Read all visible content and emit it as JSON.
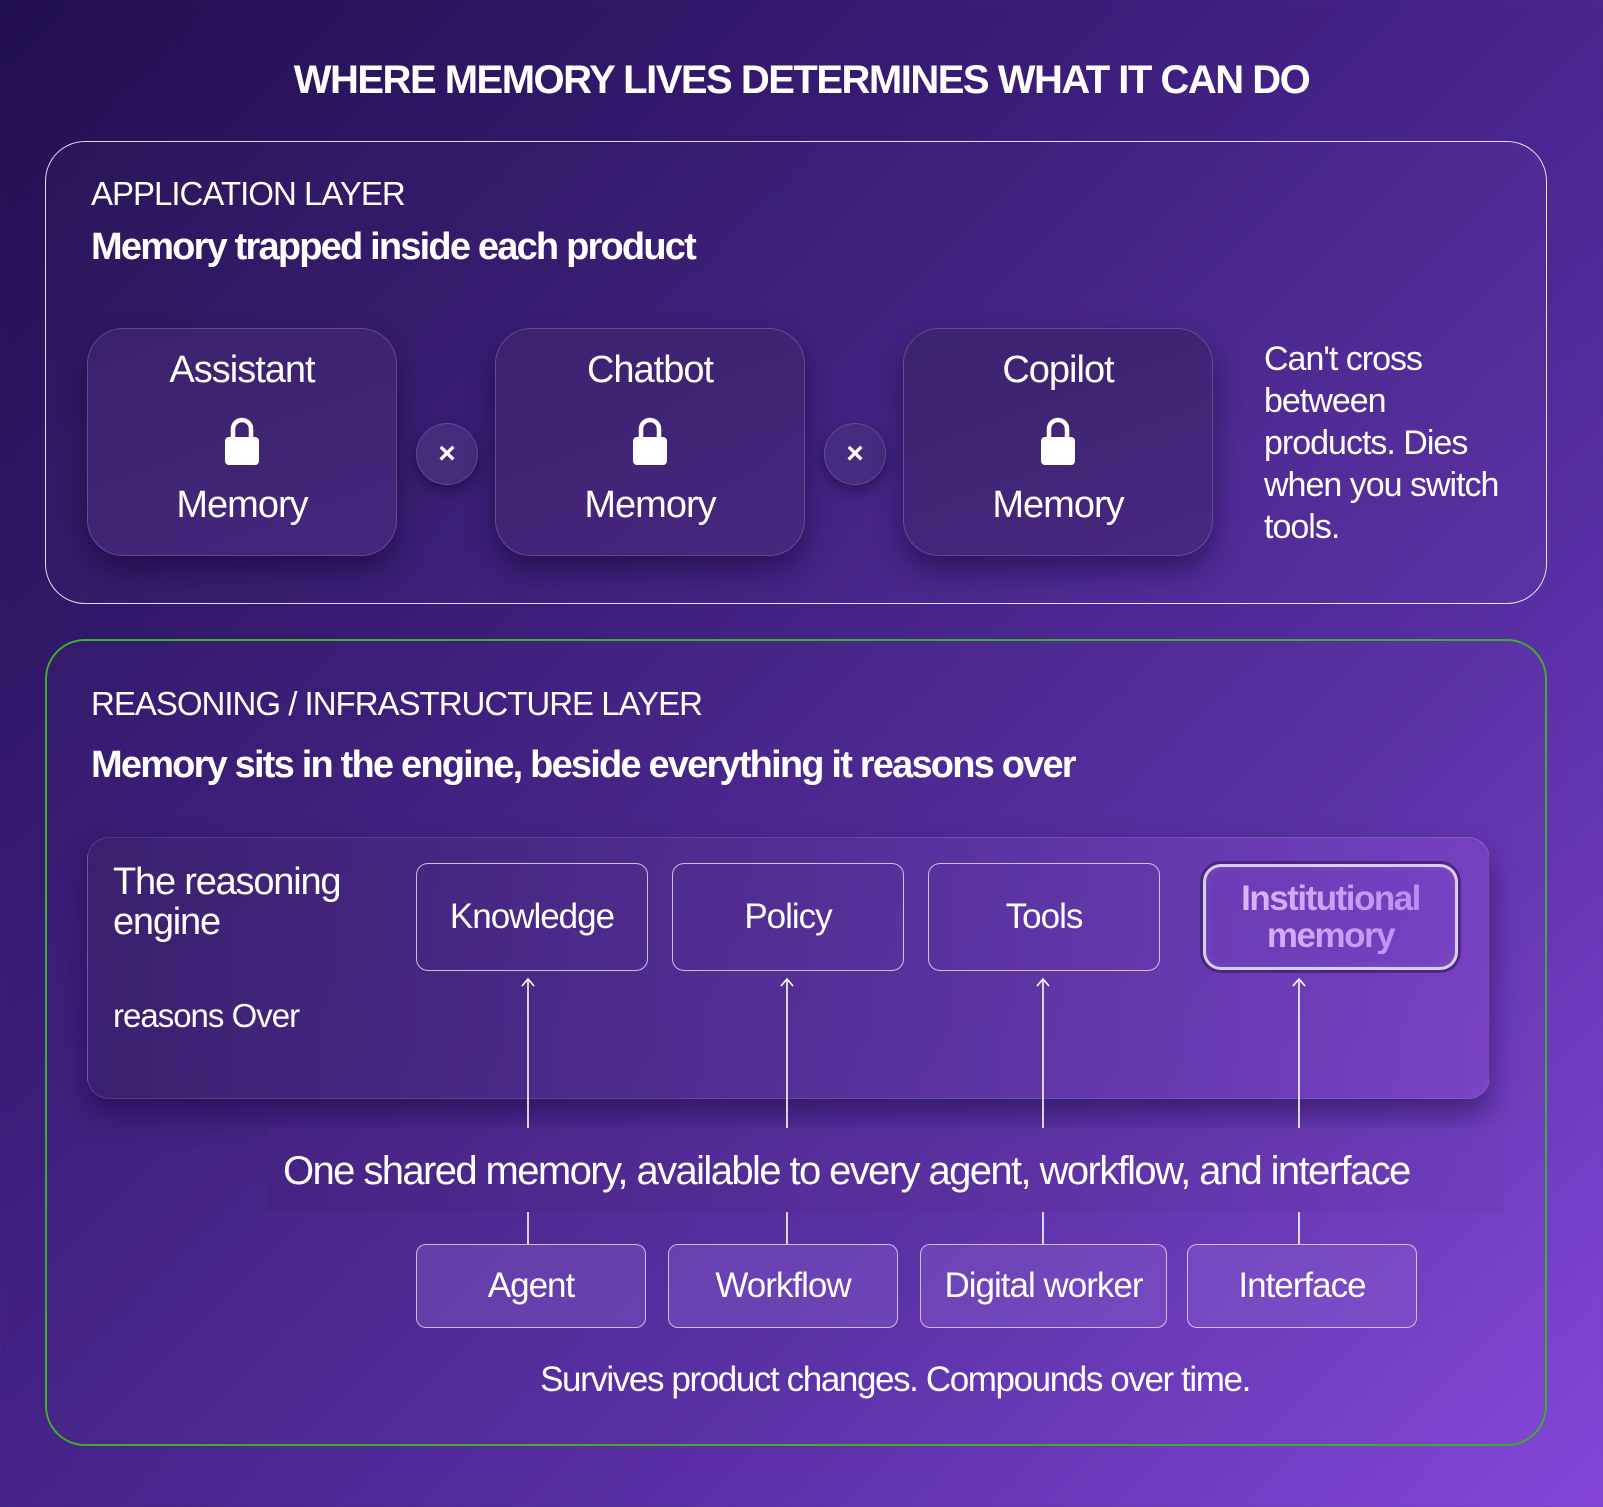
{
  "title": "WHERE MEMORY LIVES DETERMINES WHAT IT CAN DO",
  "application_layer": {
    "label": "APPLICATION LAYER",
    "subtitle": "Memory trapped inside each product",
    "products": [
      {
        "name": "Assistant",
        "memory": "Memory",
        "icon": "lock-icon"
      },
      {
        "name": "Chatbot",
        "memory": "Memory",
        "icon": "lock-icon"
      },
      {
        "name": "Copilot",
        "memory": "Memory",
        "icon": "lock-icon"
      }
    ],
    "separator_glyph": "×",
    "note": "Can't cross between products. Dies when you switch tools."
  },
  "reasoning_layer": {
    "label": "REASONING / INFRASTRUCTURE LAYER",
    "subtitle": "Memory sits in the engine, beside everything it reasons over",
    "engine_title": "The reasoning engine",
    "engine_sub": "reasons Over",
    "resources": [
      "Knowledge",
      "Policy",
      "Tools",
      "Institutional memory"
    ],
    "shared_memory": "One shared memory, available to every agent, workflow, and interface",
    "consumers": [
      "Agent",
      "Workflow",
      "Digital worker",
      "Interface"
    ],
    "footer": "Survives product changes. Compounds over time."
  },
  "colors": {
    "background_start": "#21104f",
    "background_end": "#8447d8",
    "reasoning_border": "#3fae2a",
    "institutional_memory_text": "#d4a8ff"
  }
}
